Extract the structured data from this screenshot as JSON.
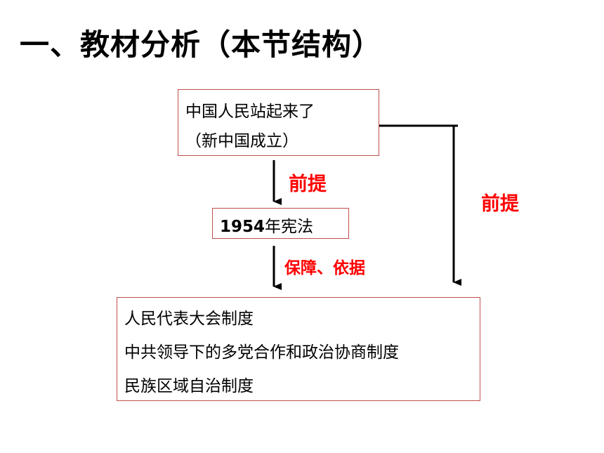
{
  "title": "一、教材分析（本节结构）",
  "nodes": {
    "top": {
      "line1": "中国人民站起来了",
      "line2": "（新中国成立）"
    },
    "middle": {
      "year": "1954",
      "text": "年宪法"
    },
    "bottom": {
      "items": [
        "人民代表大会制度",
        "中共领导下的多党合作和政治协商制度",
        "民族区域自治制度"
      ]
    }
  },
  "edges": {
    "top_to_middle": "前提",
    "middle_to_bottom": "保障、依据",
    "top_to_bottom": "前提"
  },
  "colors": {
    "box_border": "#c0504d",
    "edge_label": "#ff0000",
    "arrow": "#000000"
  }
}
